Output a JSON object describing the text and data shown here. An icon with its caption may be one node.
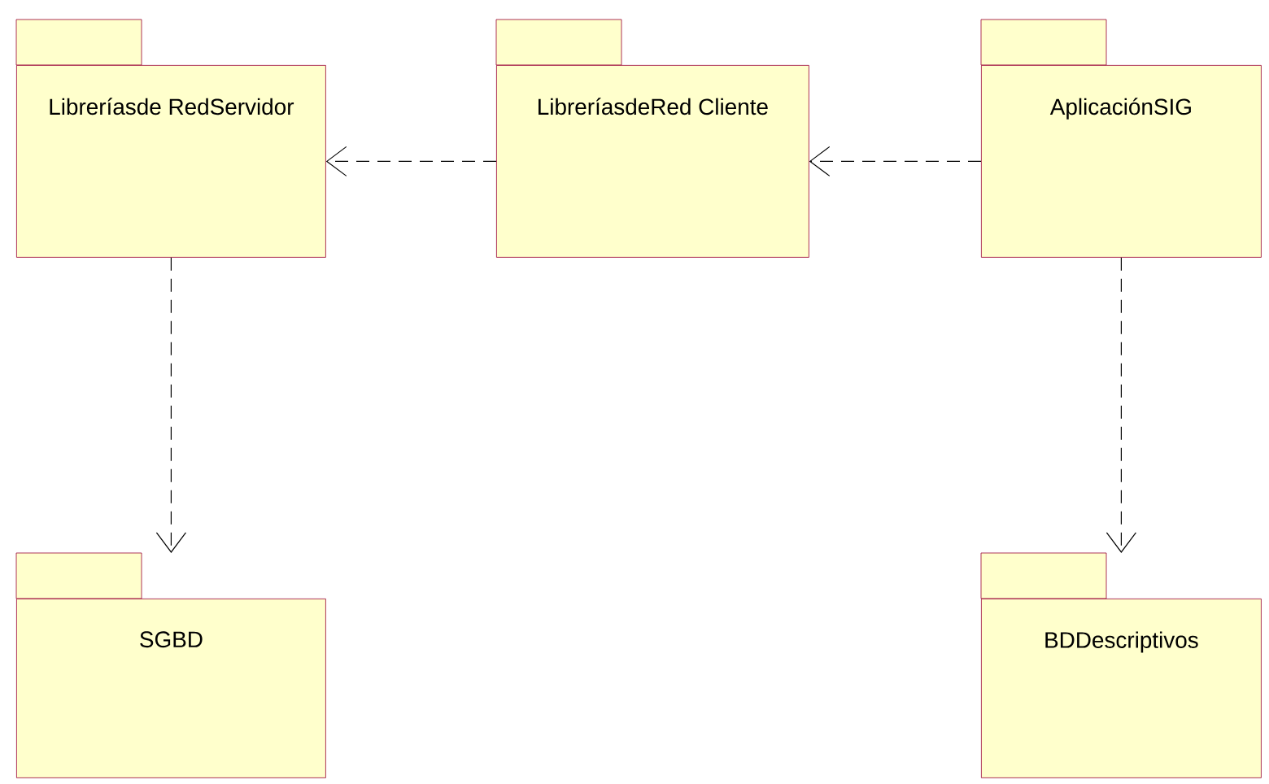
{
  "diagram": {
    "nodes": [
      {
        "text": [
          "Libreríasde RedServidor"
        ]
      },
      {
        "text": [
          "LibreríasdeRed Cliente"
        ]
      },
      {
        "text": [
          "AplicaciónSIG"
        ]
      },
      {
        "text": [
          "SGBD"
        ]
      },
      {
        "text": [
          "BDDescriptivos"
        ]
      }
    ],
    "edges": [
      {
        "from": 1,
        "to": 0,
        "arrow": "to",
        "style": "dashed"
      },
      {
        "from": 2,
        "to": 1,
        "arrow": "to",
        "style": "dashed"
      },
      {
        "from": 0,
        "to": 3,
        "arrow": "to",
        "style": "dashed"
      },
      {
        "from": 2,
        "to": 4,
        "arrow": "to",
        "style": "dashed"
      }
    ]
  }
}
